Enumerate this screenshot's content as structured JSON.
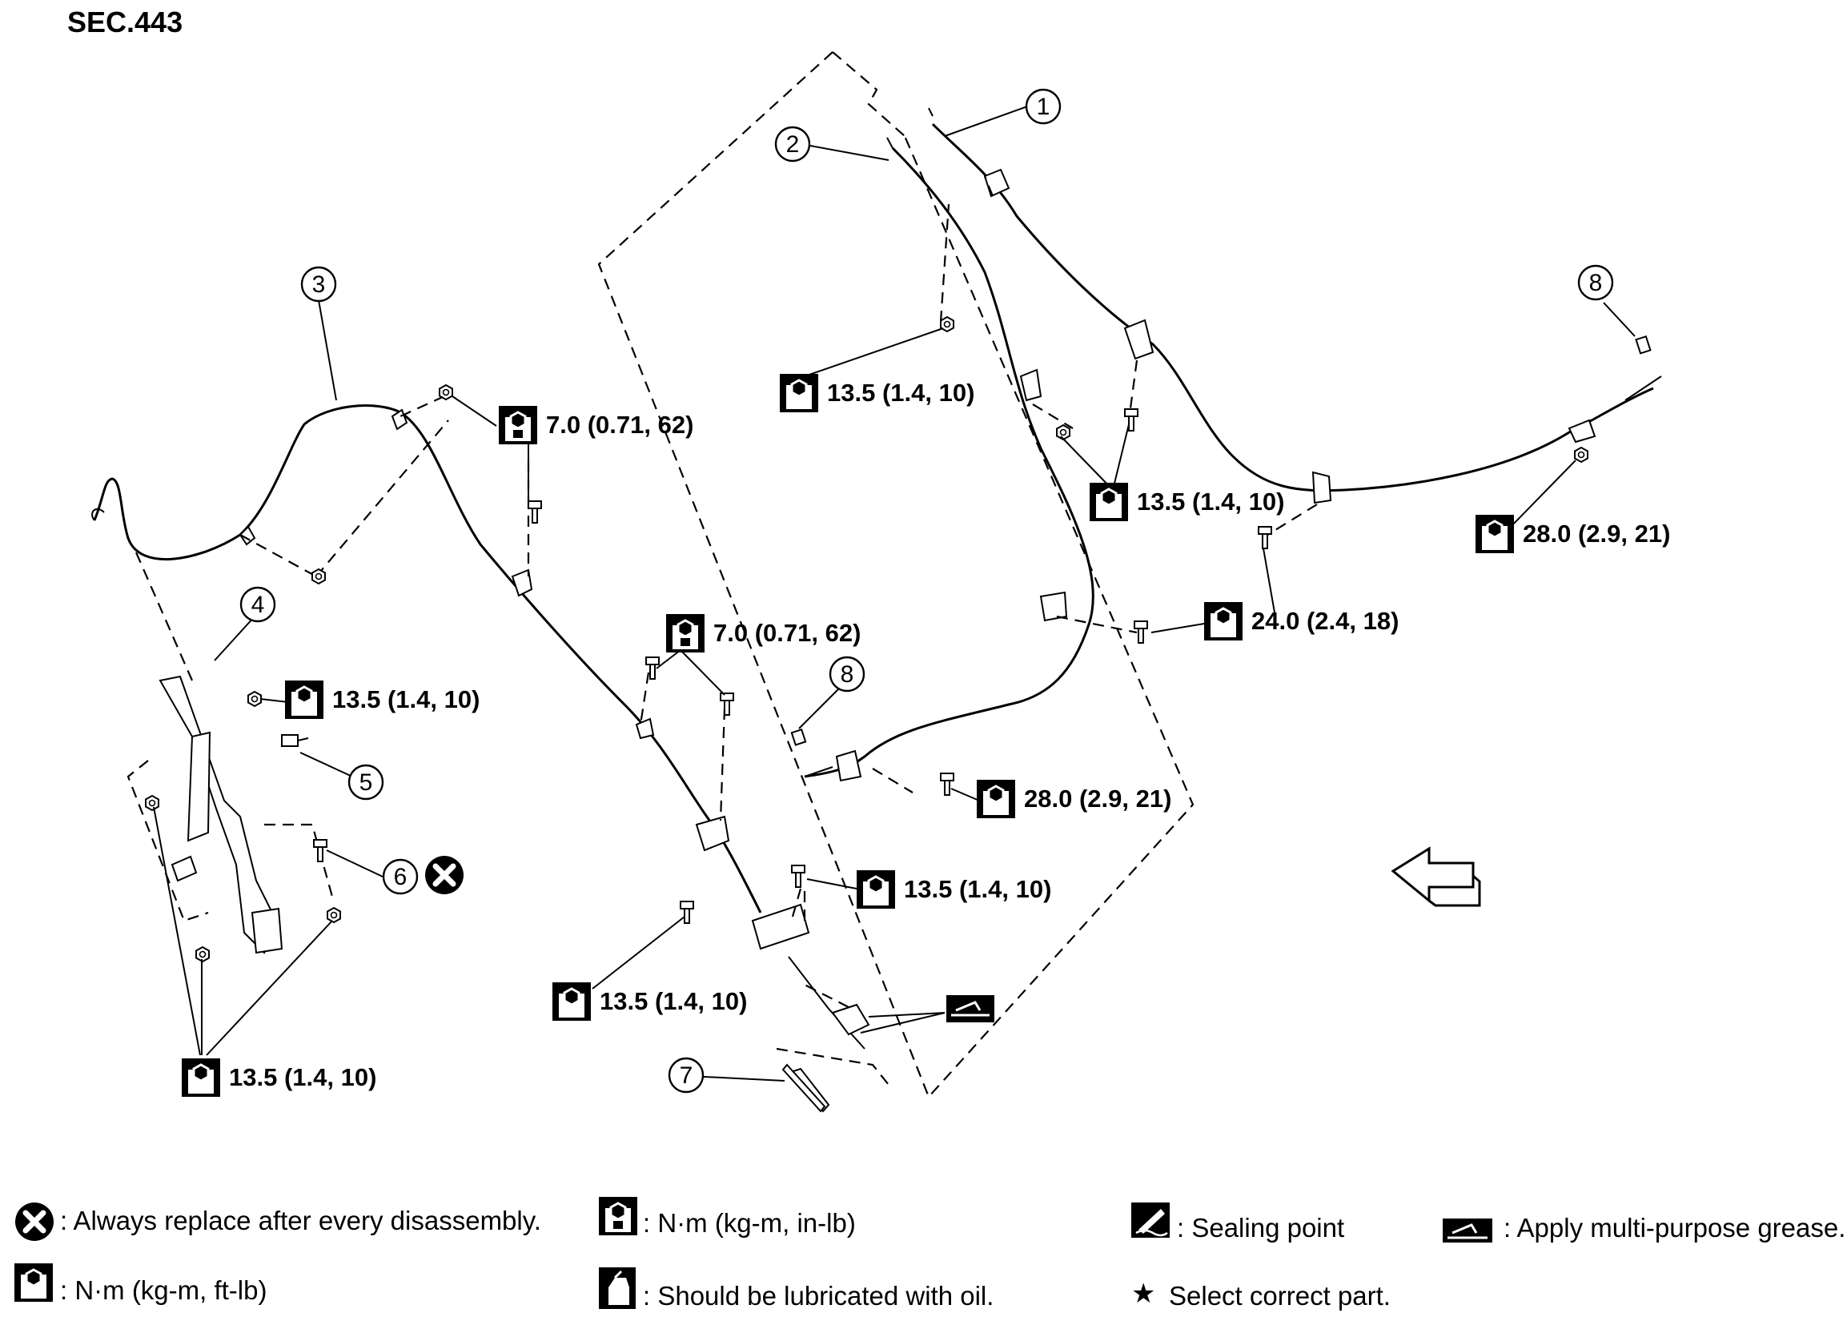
{
  "section": "SEC.443",
  "callouts": [
    "1",
    "2",
    "3",
    "4",
    "5",
    "6",
    "7",
    "8",
    "8"
  ],
  "torques": {
    "t_front_a": "7.0 (0.71, 62)",
    "t_front_b": "7.0 (0.71, 62)",
    "t_upper_clip": "13.5 (1.4, 10)",
    "t_mid_clip": "13.5 (1.4, 10)",
    "t_bracket_bolt": "24.0 (2.4, 18)",
    "t_rear_right": "28.0 (2.9, 21)",
    "t_rear_left": "28.0 (2.9, 21)",
    "t_lever": "13.5 (1.4, 10)",
    "t_equalizer": "13.5 (1.4, 10)",
    "t_lower": "13.5 (1.4, 10)",
    "t_base": "13.5 (1.4, 10)"
  },
  "legend": {
    "replace": ": Always replace after every disassembly.",
    "inlb": ": N·m (kg-m, in-lb)",
    "sealing": ": Sealing point",
    "grease": ": Apply multi-purpose grease.",
    "ftlb": ": N·m (kg-m, ft-lb)",
    "oil": ": Should be lubricated with oil.",
    "select": "Select correct part."
  },
  "icons": [
    "torque-ft-lb-icon",
    "torque-in-lb-icon",
    "replace-x-icon",
    "sealing-point-icon",
    "grease-icon",
    "oil-can-icon",
    "star-icon",
    "front-arrow-icon"
  ]
}
